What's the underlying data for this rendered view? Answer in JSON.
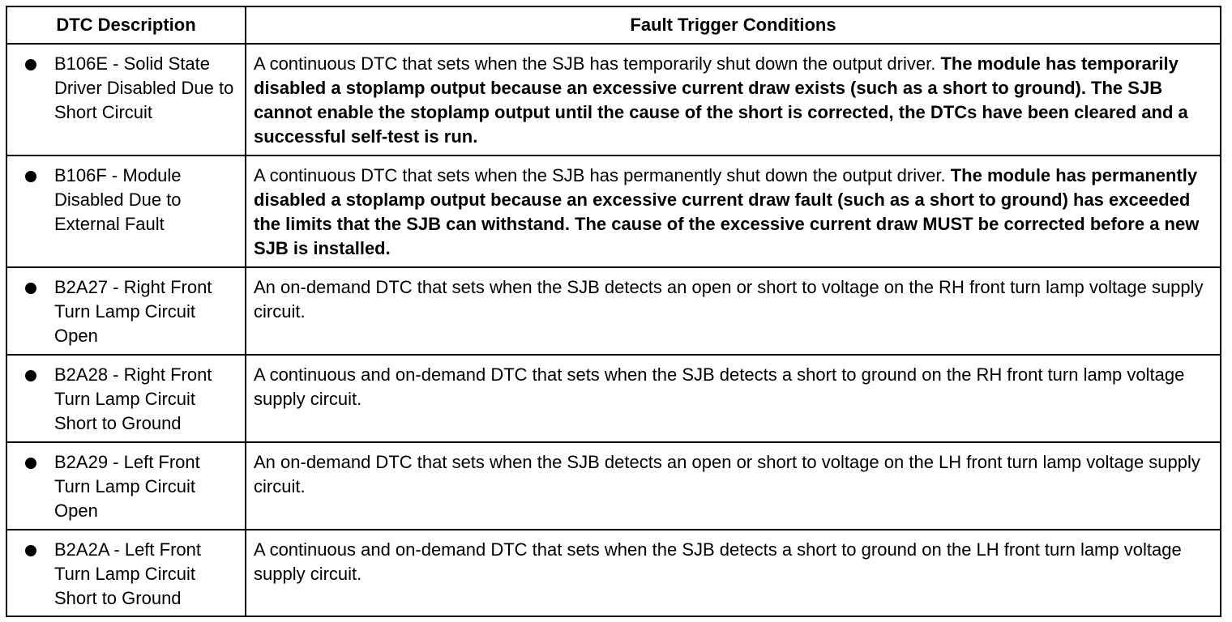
{
  "table": {
    "headers": {
      "description": "DTC Description",
      "conditions": "Fault Trigger Conditions"
    },
    "rows": [
      {
        "description": "B106E - Solid State Driver Disabled Due to Short Circuit",
        "condition": "A continuous DTC that sets when the SJB has temporarily shut down the output driver. ",
        "condition_bold": "The module has temporarily disabled a stoplamp output because an excessive current draw exists (such as a short to ground). The SJB cannot enable the stoplamp output until the cause of the short is corrected, the DTCs have been cleared and a successful self-test is run."
      },
      {
        "description": "B106F - Module Disabled Due to External Fault",
        "condition": "A continuous DTC that sets when the SJB has permanently shut down the output driver. ",
        "condition_bold": "The module has permanently disabled a stoplamp output because an excessive current draw fault (such as a short to ground) has exceeded the limits that the SJB can withstand. The cause of the excessive current draw MUST be corrected before a new SJB is installed."
      },
      {
        "description": "B2A27 - Right Front Turn Lamp Circuit Open",
        "condition": "An on-demand DTC that sets when the SJB detects an open or short to voltage on the RH front turn lamp voltage supply circuit.",
        "condition_bold": ""
      },
      {
        "description": "B2A28 - Right Front Turn Lamp Circuit Short to Ground",
        "condition": "A continuous and on-demand DTC that sets when the SJB detects a short to ground on the RH front turn lamp voltage supply circuit.",
        "condition_bold": ""
      },
      {
        "description": "B2A29 - Left Front Turn Lamp Circuit Open",
        "condition": "An on-demand DTC that sets when the SJB detects an open or short to voltage on the LH front turn lamp voltage supply circuit.",
        "condition_bold": ""
      },
      {
        "description": "B2A2A - Left Front Turn Lamp Circuit Short to Ground",
        "condition": "A continuous and on-demand DTC that sets when the SJB detects a short to ground on the LH front turn lamp voltage supply circuit.",
        "condition_bold": ""
      }
    ]
  }
}
